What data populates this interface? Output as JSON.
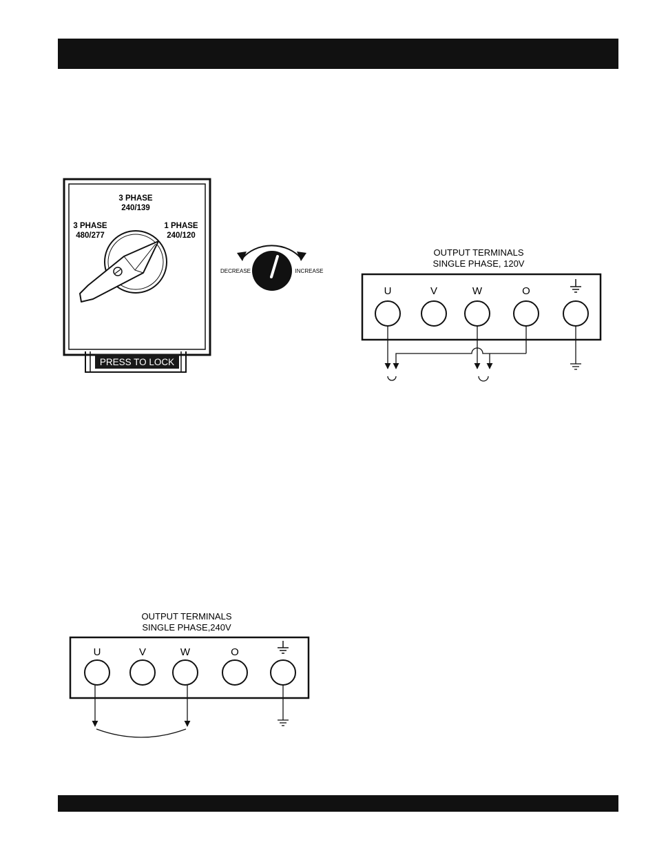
{
  "selector_switch": {
    "top_label_line1": "3 PHASE",
    "top_label_line2": "240/139",
    "left_label_line1": "3 PHASE",
    "left_label_line2": "480/277",
    "right_label_line1": "1 PHASE",
    "right_label_line2": "240/120",
    "lock_label": "PRESS TO LOCK"
  },
  "voltage_knob": {
    "decrease_label": "DECREASE",
    "increase_label": "INCREASE"
  },
  "terminals_120v": {
    "title_line1": "OUTPUT TERMINALS",
    "title_line2": "SINGLE PHASE, 120V",
    "labels": [
      "U",
      "V",
      "W",
      "O"
    ]
  },
  "terminals_240v": {
    "title_line1": "OUTPUT TERMINALS",
    "title_line2": "SINGLE PHASE,240V",
    "labels": [
      "U",
      "V",
      "W",
      "O"
    ]
  }
}
